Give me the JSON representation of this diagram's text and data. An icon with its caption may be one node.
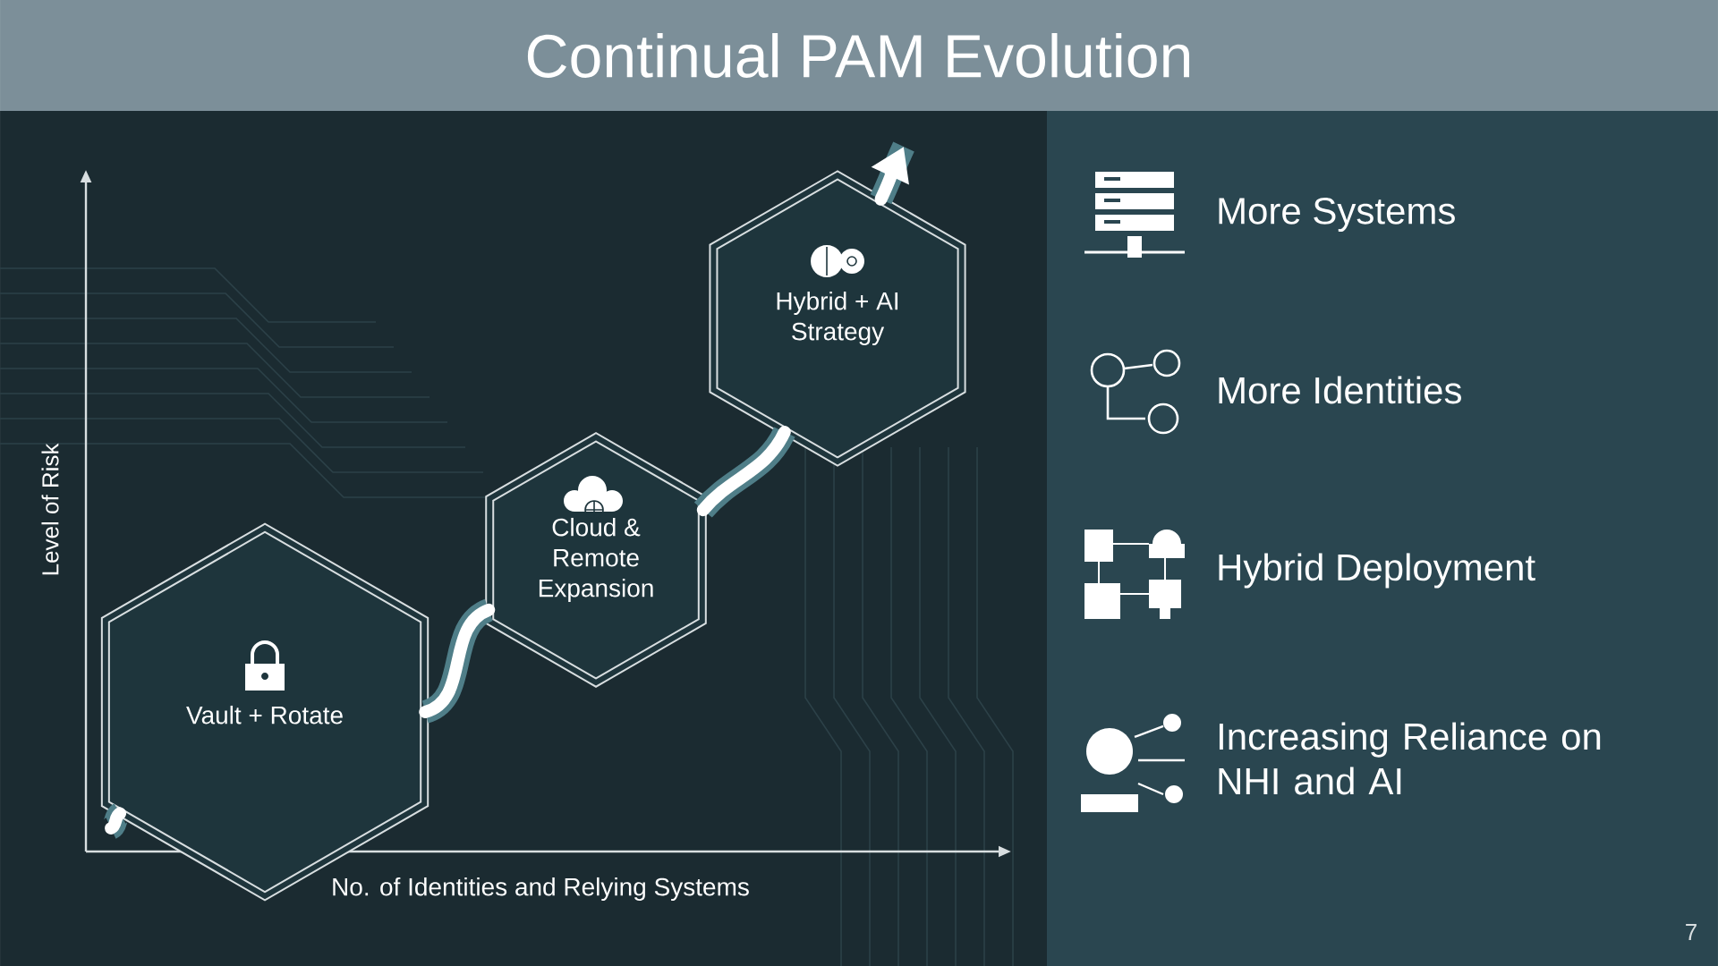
{
  "diagram": {
    "title": "Continual PAM Evolution",
    "nodes": [
      {
        "text": [
          "Vault + Rotate"
        ]
      },
      {
        "text": [
          "Cloud & Remote Expansion"
        ]
      },
      {
        "text": [
          "Hybrid + AI Strategy"
        ]
      }
    ],
    "edges": [
      {
        "from": null,
        "to": 0,
        "arrow": "none"
      },
      {
        "from": 0,
        "to": 1,
        "arrow": "none"
      },
      {
        "from": 1,
        "to": 2,
        "arrow": "none"
      },
      {
        "from": 2,
        "to": null,
        "arrow": "to"
      }
    ],
    "labels": [
      "Level of Risk",
      "No. of Identities and Relying Systems",
      "More Systems",
      "More Identities",
      "Hybrid Deployment",
      "Increasing Reliance on NHI and AI",
      "7"
    ]
  }
}
